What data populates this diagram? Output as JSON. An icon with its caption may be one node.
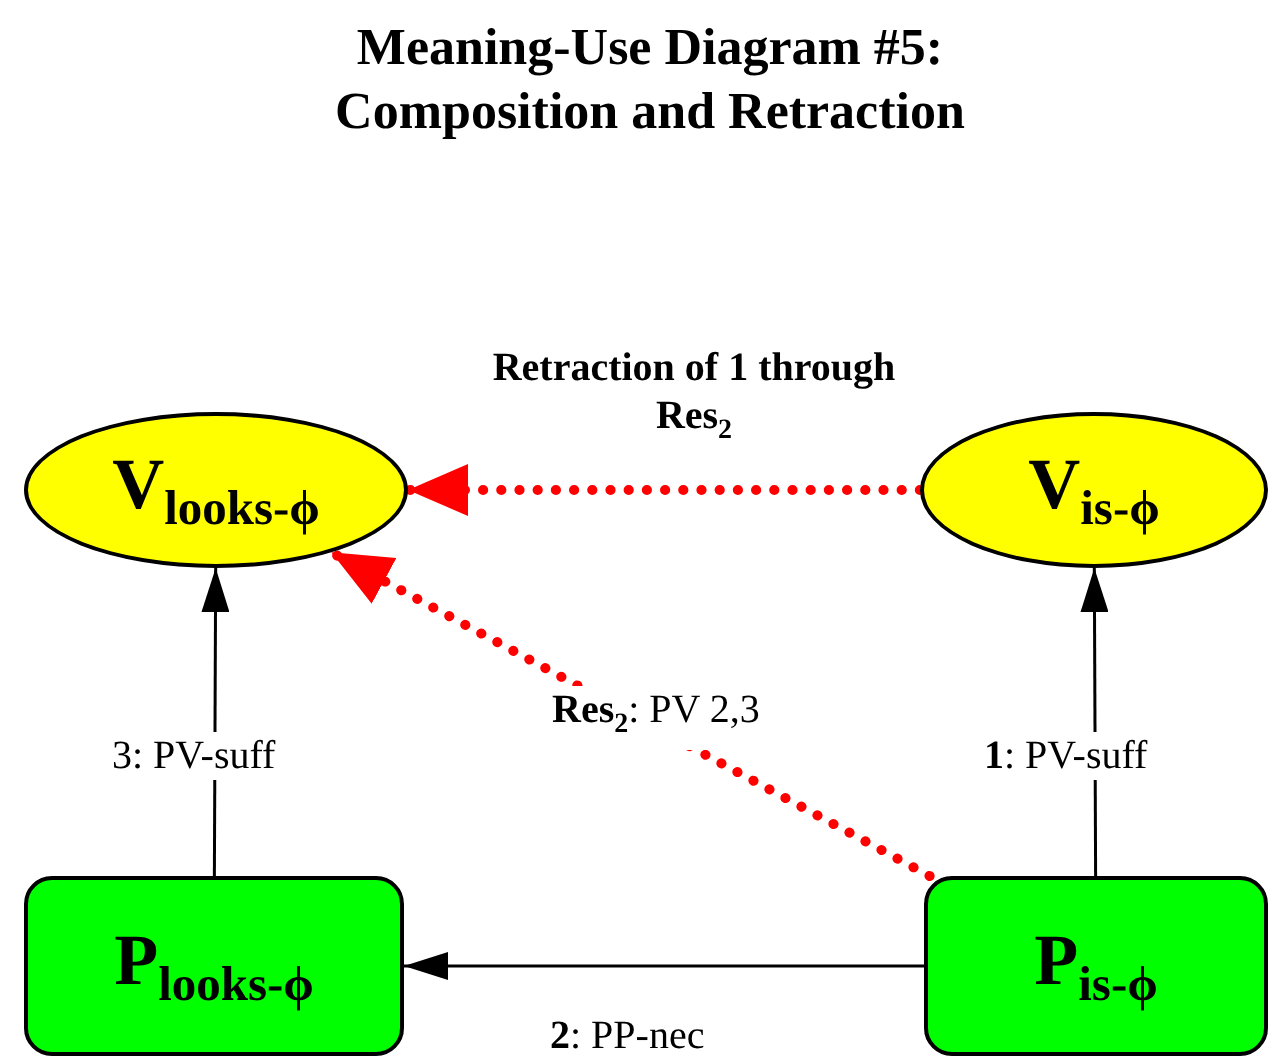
{
  "diagram": {
    "title": "Meaning-Use Diagram #5: Composition and Retraction",
    "nodes": [
      {
        "text": [
          "V$_{looks-ϕ}$"
        ]
      },
      {
        "text": [
          "V$_{is-ϕ}$"
        ]
      },
      {
        "text": [
          "P$_{looks-ϕ}$"
        ]
      },
      {
        "text": [
          "P$_{is-ϕ}$"
        ]
      }
    ],
    "edges": [
      {
        "from": 1,
        "to": 0,
        "arrow": "to",
        "label": "Retraction of 1 through Res$_{2}$",
        "style": "dashed",
        "color": "#ff0000"
      },
      {
        "from": 3,
        "to": 0,
        "arrow": "to",
        "label": "**Res**$_{2}$: PV 2,3",
        "style": "dashed",
        "color": "#ff0000"
      },
      {
        "from": 2,
        "to": 0,
        "arrow": "to",
        "label": "3: PV-suff"
      },
      {
        "from": 3,
        "to": 1,
        "arrow": "to",
        "label": "**1**: PV-suff"
      },
      {
        "from": 3,
        "to": 2,
        "arrow": "to",
        "label": "**2**: PP-nec"
      }
    ]
  }
}
